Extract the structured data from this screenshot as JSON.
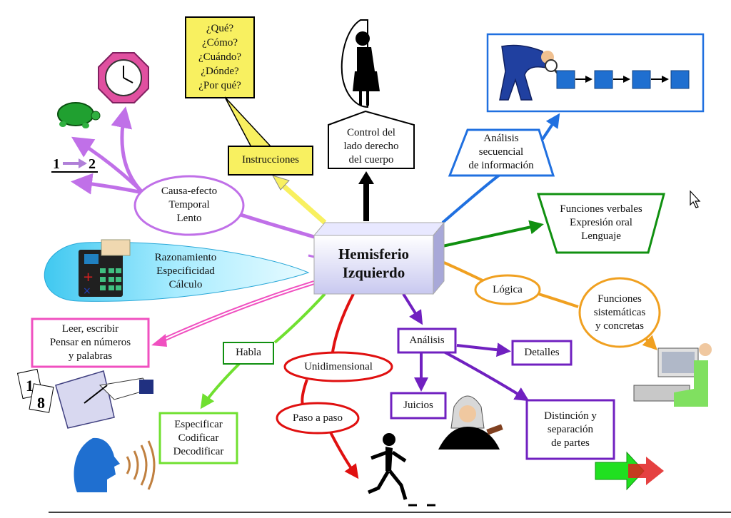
{
  "center": {
    "line1": "Hemisferio",
    "line2": "Izquierdo"
  },
  "questions": [
    "¿Qué?",
    "¿Cómo?",
    "¿Cuándo?",
    "¿Dónde?",
    "¿Por qué?"
  ],
  "instrucciones": "Instrucciones",
  "control": [
    "Control del",
    "lado derecho",
    "del cuerpo"
  ],
  "analisis_sec": [
    "Análisis",
    "secuencial",
    "de información"
  ],
  "funciones_verbales": [
    "Funciones verbales",
    "Expresión oral",
    "Lenguaje"
  ],
  "logica": "Lógica",
  "funciones_sist": [
    "Funciones",
    "sistemáticas",
    "y concretas"
  ],
  "causa": [
    "Causa-efecto",
    "Temporal",
    "Lento"
  ],
  "razonamiento": [
    "Razonamiento",
    "Especificidad",
    "Cálculo"
  ],
  "leer": [
    "Leer, escribir",
    "Pensar en números",
    "y palabras"
  ],
  "habla": "Habla",
  "especificar": [
    "Especificar",
    "Codificar",
    "Decodificar"
  ],
  "unidimensional": "Unidimensional",
  "paso": "Paso a paso",
  "analisis": "Análisis",
  "detalles": "Detalles",
  "juicios": "Juicios",
  "distincion": [
    "Distinción y",
    "separación",
    "de partes"
  ],
  "seq_label": "1 → 2",
  "seq_n1": "1",
  "seq_n2": "2",
  "card_numbers": [
    "1",
    "8"
  ],
  "colors": {
    "violet": "#c070e8",
    "black": "#000000",
    "yellow": "#f8f060",
    "blue": "#2070e0",
    "green": "#109010",
    "orange": "#f0a020",
    "pink": "#f050c0",
    "lightgreen": "#70e030",
    "red": "#e01010",
    "purple": "#7020c0",
    "cyan": "#60d8f0"
  },
  "icons": [
    "clock-icon",
    "turtle-icon",
    "woman-silhouette-icon",
    "detective-icon",
    "calculator-icon",
    "handwriting-icon",
    "speaking-head-icon",
    "runner-icon",
    "judge-icon",
    "computer-user-icon",
    "green-arrow-icon",
    "mouse-cursor-icon"
  ]
}
